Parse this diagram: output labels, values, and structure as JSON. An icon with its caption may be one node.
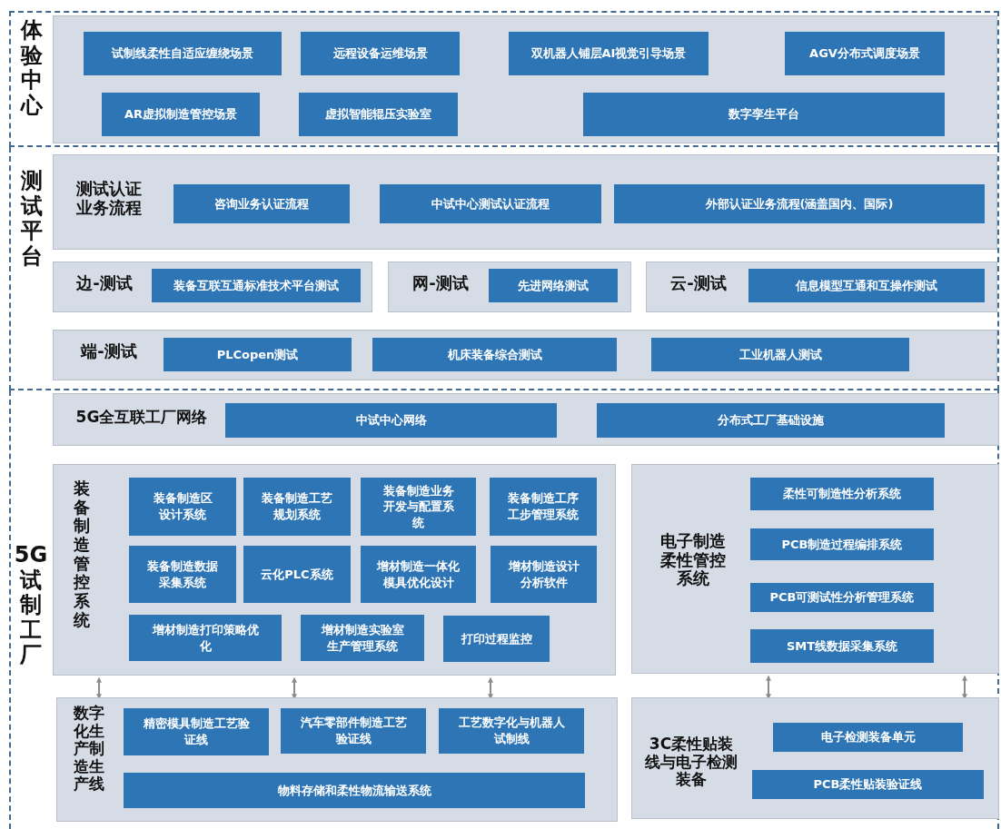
{
  "diagram": {
    "nodes": [
      {
        "text": [
          "体验中心"
        ]
      },
      {
        "text": [],
        "shape": "box",
        "in": 0
      },
      {
        "text": [
          "试制线柔性自适应缠绕场景"
        ],
        "in": 1
      },
      {
        "text": [
          "远程设备运维场景"
        ],
        "in": 1
      },
      {
        "text": [
          "双机器人铺层AI视觉引导场景"
        ],
        "in": 1
      },
      {
        "text": [
          "AGV分布式调度场景"
        ],
        "in": 1
      },
      {
        "text": [
          "AR虚拟制造管控场景"
        ],
        "in": 1
      },
      {
        "text": [
          "虚拟智能辊压实验室"
        ],
        "in": 1
      },
      {
        "text": [
          "数字孪生平台"
        ],
        "in": 1
      },
      {
        "text": [
          "测试平台"
        ]
      },
      {
        "text": [
          "测试认证业务流程"
        ],
        "in": 9
      },
      {
        "text": [
          "咨询业务认证流程"
        ],
        "in": 10
      },
      {
        "text": [
          "中试中心测试认证流程"
        ],
        "in": 10
      },
      {
        "text": [
          "外部认证业务流程(涵盖国内、国际)"
        ],
        "in": 10
      },
      {
        "text": [
          "边-测试"
        ],
        "in": 9
      },
      {
        "text": [
          "装备互联互通标准技术平台测试"
        ],
        "in": 14
      },
      {
        "text": [
          "网-测试"
        ],
        "in": 9
      },
      {
        "text": [
          "先进网络测试"
        ],
        "in": 16
      },
      {
        "text": [
          "云-测试"
        ],
        "in": 9
      },
      {
        "text": [
          "信息模型互通和互操作测试"
        ],
        "in": 18
      },
      {
        "text": [
          "端-测试"
        ],
        "in": 9
      },
      {
        "text": [
          "PLCopen测试"
        ],
        "in": 20
      },
      {
        "text": [
          "机床装备综合测试"
        ],
        "in": 20
      },
      {
        "text": [
          "工业机器人测试"
        ],
        "in": 20
      },
      {
        "text": [
          "5G试制工厂"
        ]
      },
      {
        "text": [
          "5G全互联工厂网络"
        ],
        "in": 24
      },
      {
        "text": [
          "中试中心网络"
        ],
        "in": 25
      },
      {
        "text": [
          "分布式工厂基础设施"
        ],
        "in": 25
      },
      {
        "text": [
          "装备制造管控系统"
        ],
        "in": 24
      },
      {
        "text": [
          "装备制造区设计系统"
        ],
        "in": 28
      },
      {
        "text": [
          "装备制造工艺规划系统"
        ],
        "in": 28
      },
      {
        "text": [
          "装备制造业务开发与配置系统"
        ],
        "in": 28
      },
      {
        "text": [
          "装备制造工序工步管理系统"
        ],
        "in": 28
      },
      {
        "text": [
          "装备制造数据采集系统"
        ],
        "in": 28
      },
      {
        "text": [
          "云化PLC系统"
        ],
        "in": 28
      },
      {
        "text": [
          "增材制造一体化模具优化设计"
        ],
        "in": 28
      },
      {
        "text": [
          "增材制造设计分析软件"
        ],
        "in": 28
      },
      {
        "text": [
          "增材制造打印策略优化"
        ],
        "in": 28
      },
      {
        "text": [
          "增材制造实验室生产管理系统"
        ],
        "in": 28
      },
      {
        "text": [
          "打印过程监控"
        ],
        "in": 28
      },
      {
        "text": [
          "电子制造柔性管控系统"
        ],
        "in": 24
      },
      {
        "text": [
          "柔性可制造性分析系统"
        ],
        "in": 40
      },
      {
        "text": [
          "PCB制造过程编排系统"
        ],
        "in": 40
      },
      {
        "text": [
          "PCB可测试性分析管理系统"
        ],
        "in": 40
      },
      {
        "text": [
          "SMT线数据采集系统"
        ],
        "in": 40
      },
      {
        "text": [
          "数字化生产制造生产线"
        ],
        "in": 24
      },
      {
        "text": [
          "精密模具制造工艺验证线"
        ],
        "in": 45
      },
      {
        "text": [
          "汽车零部件制造工艺验证线"
        ],
        "in": 45
      },
      {
        "text": [
          "工艺数字化与机器人试制线"
        ],
        "in": 45
      },
      {
        "text": [
          "物料存储和柔性物流输送系统"
        ],
        "in": 45
      },
      {
        "text": [
          "3C柔性贴装线与电子检测装备"
        ],
        "in": 24
      },
      {
        "text": [
          "电子检测装备单元"
        ],
        "in": 50
      },
      {
        "text": [
          "PCB柔性贴装验证线"
        ],
        "in": 50
      }
    ],
    "edges": [
      {
        "from": 28,
        "to": 45,
        "arrow": "both"
      },
      {
        "from": 28,
        "to": 45,
        "arrow": "both"
      },
      {
        "from": 28,
        "to": 45,
        "arrow": "both"
      },
      {
        "from": 40,
        "to": 50,
        "arrow": "both"
      },
      {
        "from": 40,
        "to": 50,
        "arrow": "both"
      }
    ]
  }
}
